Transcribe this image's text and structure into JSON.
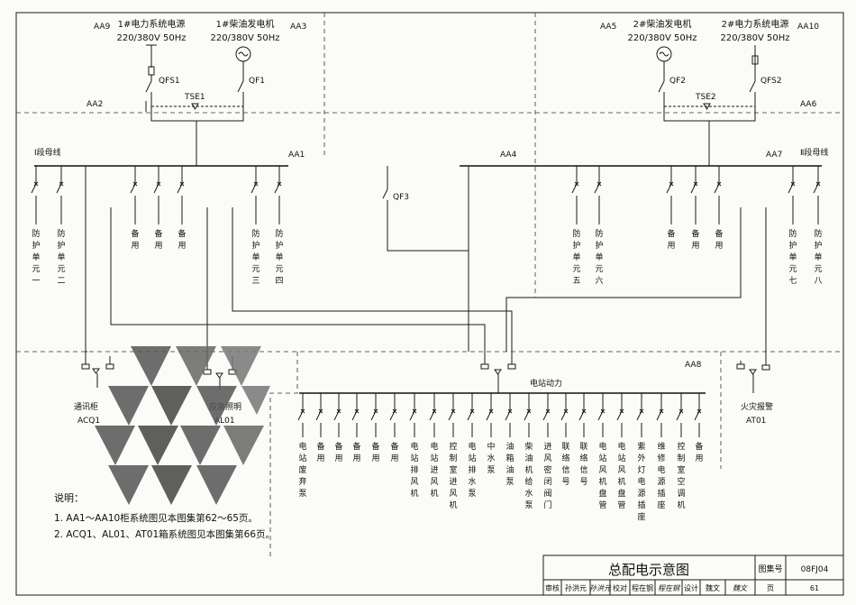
{
  "panels": {
    "aa9": "AA9",
    "aa3": "AA3",
    "aa5": "AA5",
    "aa10": "AA10",
    "aa2": "AA2",
    "aa6": "AA6",
    "aa1": "AA1",
    "aa4": "AA4",
    "aa7": "AA7",
    "aa8": "AA8"
  },
  "sources": {
    "grid1": {
      "title": "1#电力系统电源",
      "rating": "220/380V  50Hz"
    },
    "gen1": {
      "title": "1#柴油发电机",
      "rating": "220/380V  50Hz"
    },
    "gen2": {
      "title": "2#柴油发电机",
      "rating": "220/380V  50Hz"
    },
    "grid2": {
      "title": "2#电力系统电源",
      "rating": "220/380V  50Hz"
    }
  },
  "switches": {
    "qfs1": "QFS1",
    "qf1": "QF1",
    "tse1": "TSE1",
    "qf2": "QF2",
    "qfs2": "QFS2",
    "tse2": "TSE2",
    "qf3": "QF3"
  },
  "buses": {
    "bus1": "Ⅰ段母线",
    "bus2": "Ⅱ段母线"
  },
  "feeders_bus1": [
    "防护单元一",
    "防护单元二",
    "备用",
    "备用",
    "备用",
    "防护单元三",
    "防护单元四"
  ],
  "feeders_bus2": [
    "防护单元五",
    "防护单元六",
    "备用",
    "备用",
    "备用",
    "防护单元七",
    "防护单元八"
  ],
  "loads": {
    "acq1": {
      "label": "通讯柜",
      "code": "ACQ1"
    },
    "al01": {
      "label": "应急照明",
      "code": "AL01"
    },
    "at01": {
      "label": "火灾报警",
      "code": "AT01"
    },
    "power": "电站动力"
  },
  "feeders_aa8": [
    "电站废弃泵",
    "备用",
    "备用",
    "备用",
    "备用",
    "备用",
    "电站排风机",
    "电站进风机",
    "控制室进风机",
    "电站排水泵",
    "中水泵",
    "油箱油泵",
    "柴油机给水泵",
    "进风密闭阀门",
    "联络信号",
    "联络信号",
    "电站风机盘管",
    "电站风机盘管",
    "紫外灯电源插座",
    "维修电源插座",
    "控制室空调机",
    "备用"
  ],
  "notes": {
    "heading": "说明：",
    "items": [
      "1.  AA1～AA10柜系统图见本图集第62～65页。",
      "2.  ACQ1、AL01、AT01箱系统图见本图集第66页。"
    ]
  },
  "title_block": {
    "title": "总配电示意图",
    "atlas_label": "图集号",
    "atlas_no": "08FJ04",
    "row": [
      "审核",
      "孙洪元",
      "孙洪元",
      "校对",
      "程在钢",
      "程在钢",
      "设计",
      "魏文",
      "魏文",
      "页"
    ],
    "page": "61"
  },
  "colors": {
    "ink": "#111111",
    "paper": "#fbfbf8",
    "logo": "#555555"
  }
}
